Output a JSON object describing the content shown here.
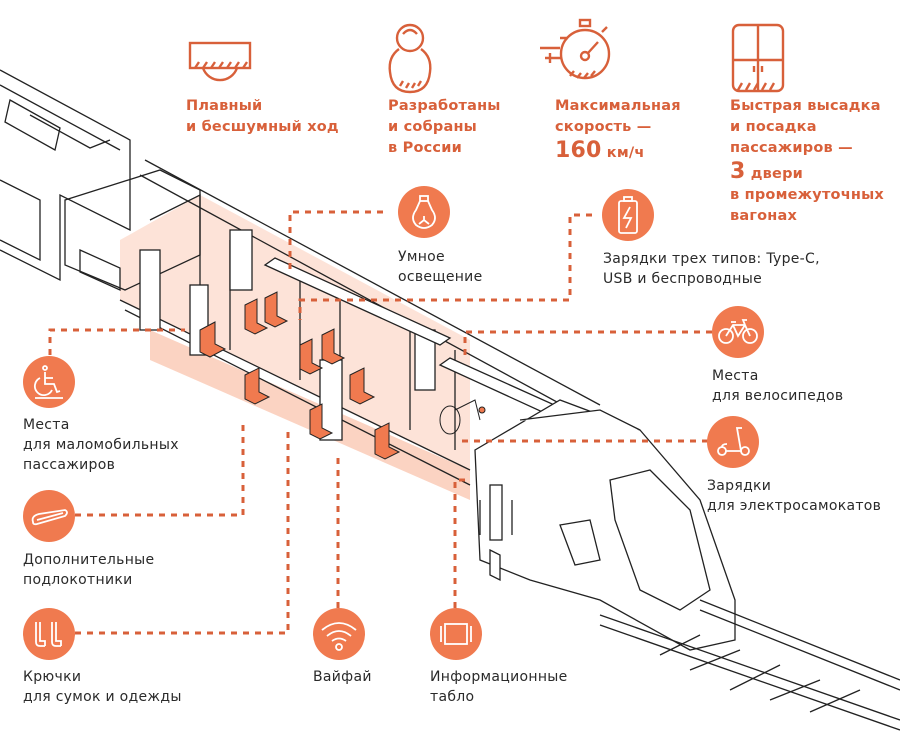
{
  "colors": {
    "accent": "#d8603a",
    "circle": "#f07a4f",
    "interior": "#fde3d8",
    "seat": "#f07a4f",
    "line": "#222222",
    "leader": "#d8603a"
  },
  "top_features": [
    {
      "icon": "wheel-smooth-icon",
      "lines": [
        "Плавный",
        "и бесшумный ход"
      ]
    },
    {
      "icon": "matryoshka-icon",
      "lines": [
        "Разработаны",
        "и собраны",
        "в России"
      ]
    },
    {
      "icon": "stopwatch-icon",
      "lines": [
        "Максимальная",
        "скорость —"
      ],
      "value": "160",
      "unit": " км/ч"
    },
    {
      "icon": "door-icon",
      "lines": [
        "Быстрая высадка",
        "и посадка",
        "пассажиров —"
      ],
      "value": "3",
      "unit": " двери",
      "tail": [
        "в промежуточных",
        "вагонах"
      ]
    }
  ],
  "callouts": {
    "lighting": {
      "icon": "light-bulb-icon",
      "lines": [
        "Умное",
        "освещение"
      ]
    },
    "chargers": {
      "icon": "battery-icon",
      "lines": [
        "Зарядки трех типов: Type-C,",
        "USB и беспроводные"
      ]
    },
    "bikes": {
      "icon": "bicycle-icon",
      "lines": [
        "Места",
        "для велосипедов"
      ]
    },
    "scooters": {
      "icon": "scooter-icon",
      "lines": [
        "Зарядки",
        "для электросамокатов"
      ]
    },
    "accessible": {
      "icon": "wheelchair-icon",
      "lines": [
        "Места",
        "для маломобильных",
        "пассажиров"
      ]
    },
    "armrests": {
      "icon": "armrest-icon",
      "lines": [
        "Дополнительные",
        "подлокотники"
      ]
    },
    "hooks": {
      "icon": "hooks-icon",
      "lines": [
        "Крючки",
        "для сумок и одежды"
      ]
    },
    "wifi": {
      "icon": "wifi-icon",
      "lines": [
        "Вайфай"
      ]
    },
    "displays": {
      "icon": "display-icon",
      "lines": [
        "Информационные",
        "табло"
      ]
    }
  }
}
